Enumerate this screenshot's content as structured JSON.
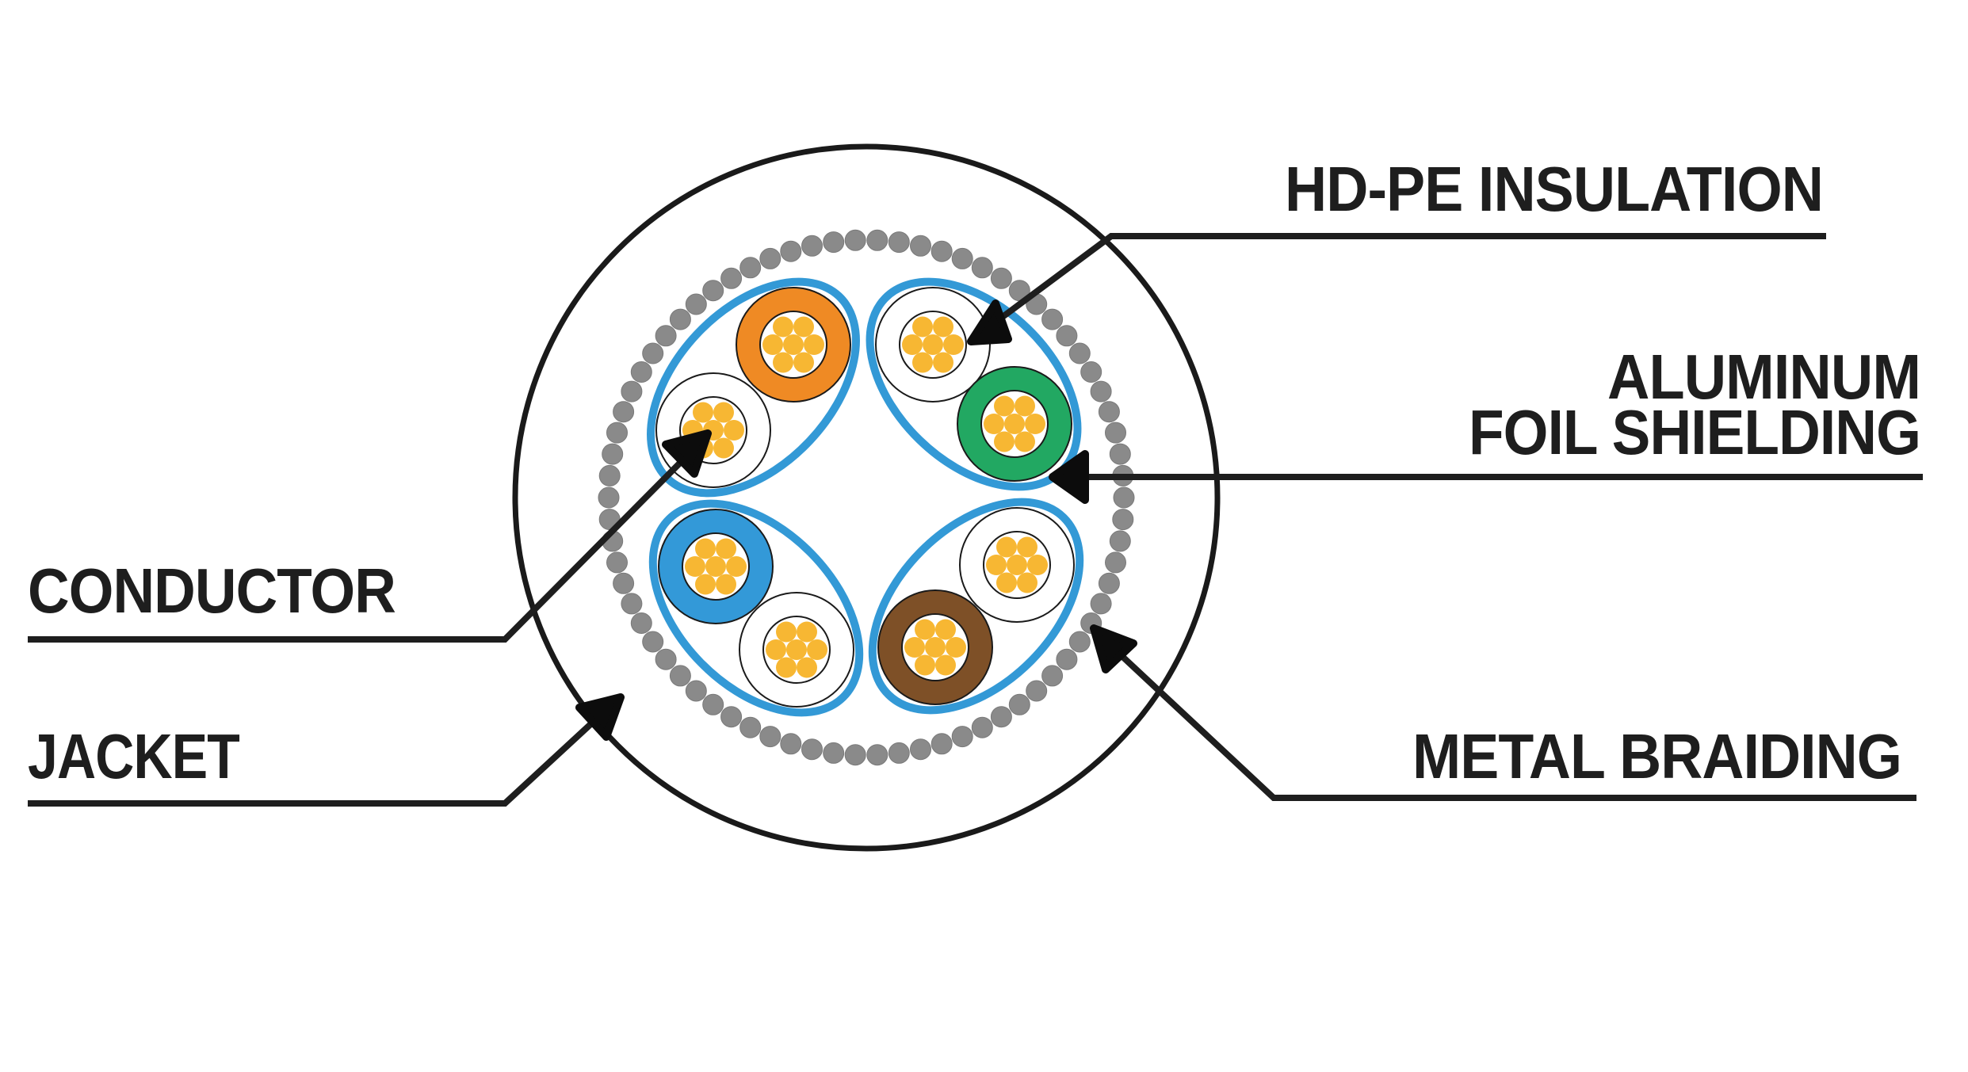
{
  "title": "Shielded twisted-pair cable cross-section",
  "colors": {
    "background": "#ffffff",
    "line": "#1e1e1e",
    "jacket_stroke": "#1a1a1a",
    "braid_dot": "#8a8a8a",
    "foil_shield": "#3399d6",
    "conductor_strand": "#f7b733",
    "insulation_outline": "#1a1a1a"
  },
  "labels": {
    "hdpe_insulation": "HD-PE INSULATION",
    "aluminum_foil_line1": "ALUMINUM",
    "aluminum_foil_line2": "FOIL SHIELDING",
    "conductor": "CONDUCTOR",
    "jacket": "JACKET",
    "metal_braiding": "METAL BRAIDING"
  },
  "cable": {
    "pair_count": 4,
    "strands_per_conductor": 7,
    "wires": [
      {
        "pair": 1,
        "name": "orange",
        "color": "#ef8a24"
      },
      {
        "pair": 1,
        "name": "white-orange",
        "color": "#ffffff"
      },
      {
        "pair": 2,
        "name": "white-green",
        "color": "#ffffff"
      },
      {
        "pair": 2,
        "name": "green",
        "color": "#22a862"
      },
      {
        "pair": 3,
        "name": "blue",
        "color": "#3399d8"
      },
      {
        "pair": 3,
        "name": "white-blue",
        "color": "#ffffff"
      },
      {
        "pair": 4,
        "name": "white-brown",
        "color": "#ffffff"
      },
      {
        "pair": 4,
        "name": "brown",
        "color": "#7e5027"
      }
    ]
  }
}
